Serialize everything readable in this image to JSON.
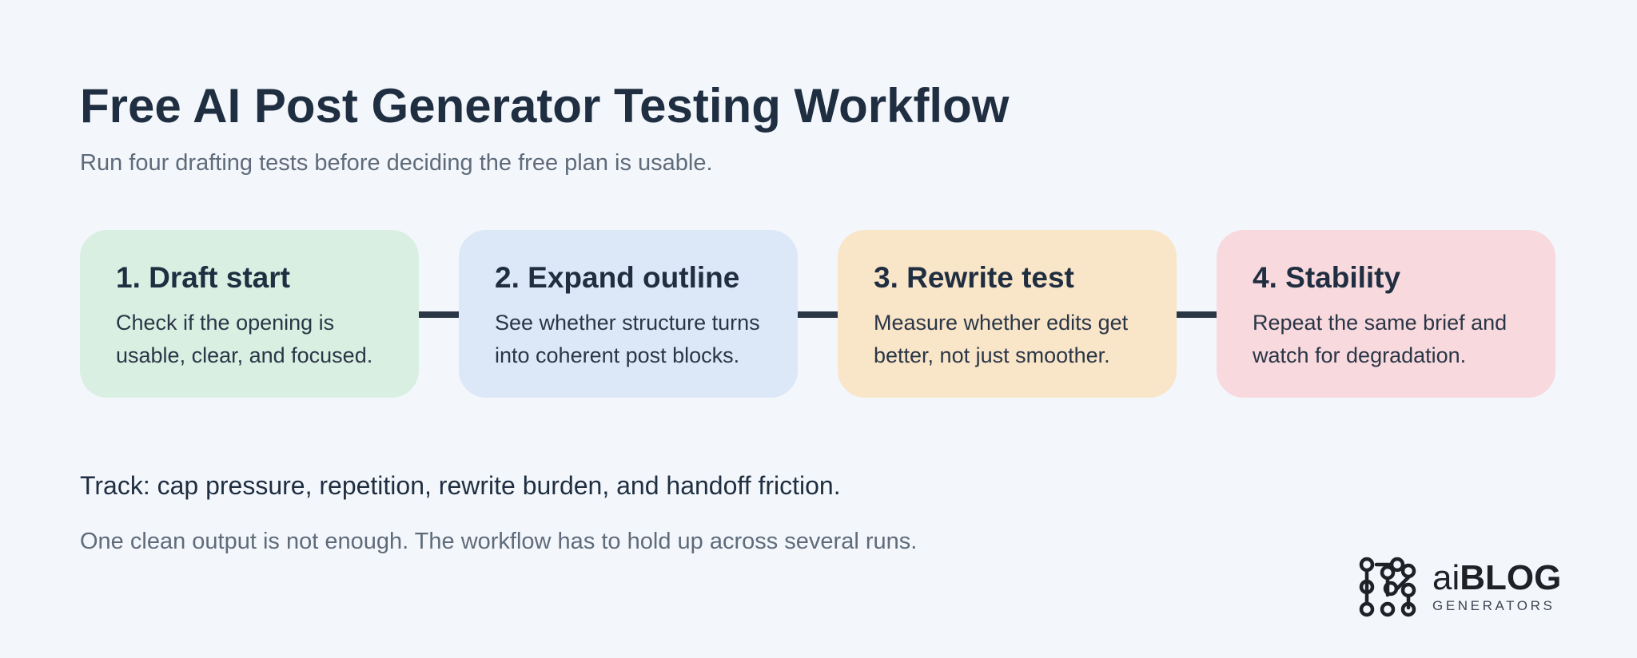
{
  "header": {
    "title": "Free AI Post Generator Testing Workflow",
    "subtitle": "Run four drafting tests before deciding the free plan is usable."
  },
  "steps": [
    {
      "title": "1. Draft start",
      "desc_lines": [
        "Check if the opening is",
        "usable, clear, and focused."
      ],
      "color": "#d9efe2"
    },
    {
      "title": "2. Expand outline",
      "desc_lines": [
        "See whether structure turns",
        "into coherent post blocks."
      ],
      "color": "#dce7f7"
    },
    {
      "title": "3. Rewrite test",
      "desc_lines": [
        "Measure whether edits get",
        "better, not just smoother."
      ],
      "color": "#f9e5c8"
    },
    {
      "title": "4. Stability",
      "desc_lines": [
        "Repeat the same brief and",
        "watch for degradation."
      ],
      "color": "#f8d9dd"
    }
  ],
  "track": "Track: cap pressure, repetition, rewrite burden, and handoff friction.",
  "note": "One clean output is not enough. The workflow has to hold up across several runs.",
  "logo": {
    "ai": "ai",
    "blog": "BLOG",
    "sub": "GENERATORS",
    "icon": "circuit-nodes-icon"
  },
  "colors": {
    "background": "#f3f7fc",
    "connector": "#2a3646",
    "heading": "#1f2e40",
    "muted": "#5f6b7a"
  }
}
